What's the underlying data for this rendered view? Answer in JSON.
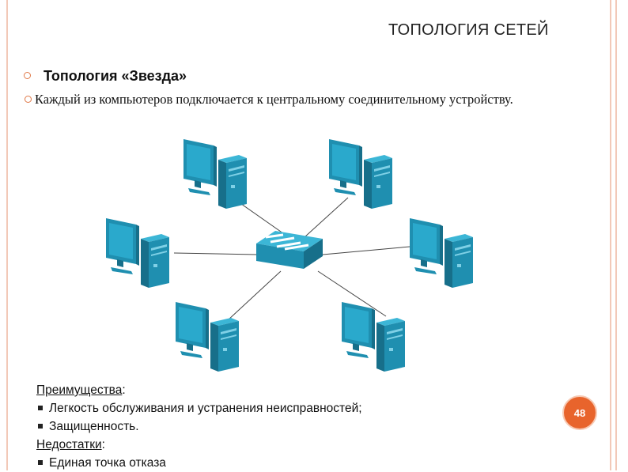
{
  "slide": {
    "title": "ТОПОЛОГИЯ СЕТЕЙ",
    "heading": "Топология «Звезда»",
    "description": "Каждый из компьютеров подключается к центральному соединительному устройству.",
    "advantages_label": "Преимущества",
    "advantages": [
      "Легкость обслуживания и устранения неисправностей;",
      "Защищенность."
    ],
    "disadvantages_label": "Недостатки",
    "disadvantages": [
      "Единая точка отказа"
    ],
    "page_number": "48"
  },
  "colors": {
    "accent": "#e8642c",
    "device": "#1f8fb0",
    "screen": "#29a7c9"
  },
  "diagram": {
    "nodes": [
      "computer-top-left",
      "computer-top-right",
      "computer-left",
      "computer-right",
      "computer-bottom-left",
      "computer-bottom-right"
    ],
    "hub": "switch"
  }
}
